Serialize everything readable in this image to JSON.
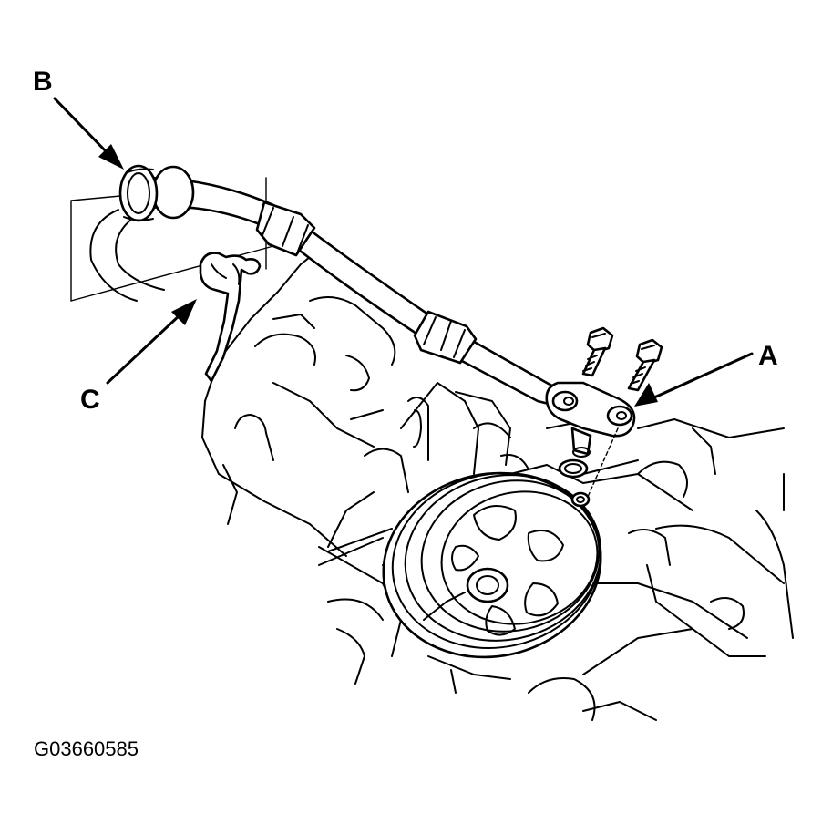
{
  "callouts": {
    "a": "A",
    "b": "B",
    "c": "C"
  },
  "figure_id": "G03660585",
  "colors": {
    "ink": "#000000",
    "paper": "#ffffff"
  }
}
